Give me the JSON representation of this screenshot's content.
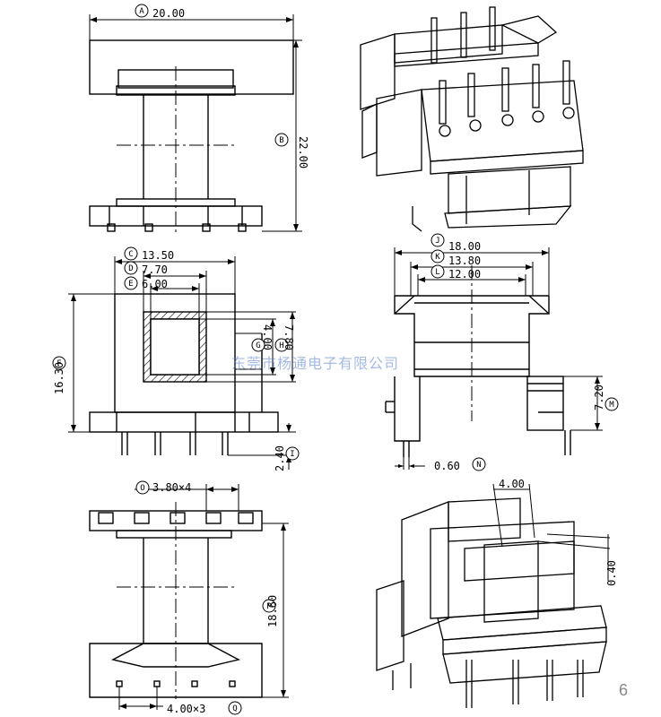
{
  "dimensions": {
    "A": {
      "letter": "A",
      "value": "20.00"
    },
    "B": {
      "letter": "B",
      "value": "22.00"
    },
    "C": {
      "letter": "C",
      "value": "13.50"
    },
    "D": {
      "letter": "D",
      "value": "7.70"
    },
    "E": {
      "letter": "E",
      "value": "6.00"
    },
    "F": {
      "letter": "F",
      "value": "16.30"
    },
    "G": {
      "letter": "G",
      "value": "4.00"
    },
    "H": {
      "letter": "H",
      "value": "7.80"
    },
    "I": {
      "letter": "I",
      "value": "2.40"
    },
    "J": {
      "letter": "J",
      "value": "18.00"
    },
    "K": {
      "letter": "K",
      "value": "13.80"
    },
    "L": {
      "letter": "L",
      "value": "12.00"
    },
    "M": {
      "letter": "M",
      "value": "7.20"
    },
    "N": {
      "letter": "N",
      "value": "0.60"
    },
    "O": {
      "letter": "O",
      "value": "3.80×4"
    },
    "P": {
      "letter": "P",
      "value": "18.60"
    },
    "Q": {
      "letter": "Q",
      "value": "4.00×3"
    }
  },
  "detail_dims": {
    "slot_width": "4.00",
    "slot_depth": "0.40"
  },
  "watermark": "东莞市杨通电子有限公司",
  "page_number": "6"
}
